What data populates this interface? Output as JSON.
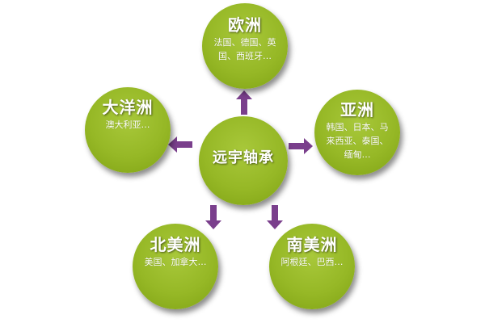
{
  "center": {
    "title": "远宇轴承"
  },
  "nodes": {
    "europe": {
      "title": "欧洲",
      "line1": "法国、德国、英",
      "line2": "国、西班牙…"
    },
    "asia": {
      "title": "亚洲",
      "line1": "韩国、日本、马",
      "line2": "来西亚、泰国、",
      "line3": "缅甸…"
    },
    "oceania": {
      "title": "大洋洲",
      "line1": "澳大利亚…"
    },
    "namerica": {
      "title": "北美洲",
      "line1": "美国、加拿大…"
    },
    "samerica": {
      "title": "南美洲",
      "line1": "阿根廷、巴西…"
    }
  },
  "colors": {
    "circle": "#96b826",
    "arrow": "#7a3f8c",
    "text": "#ffffff"
  }
}
